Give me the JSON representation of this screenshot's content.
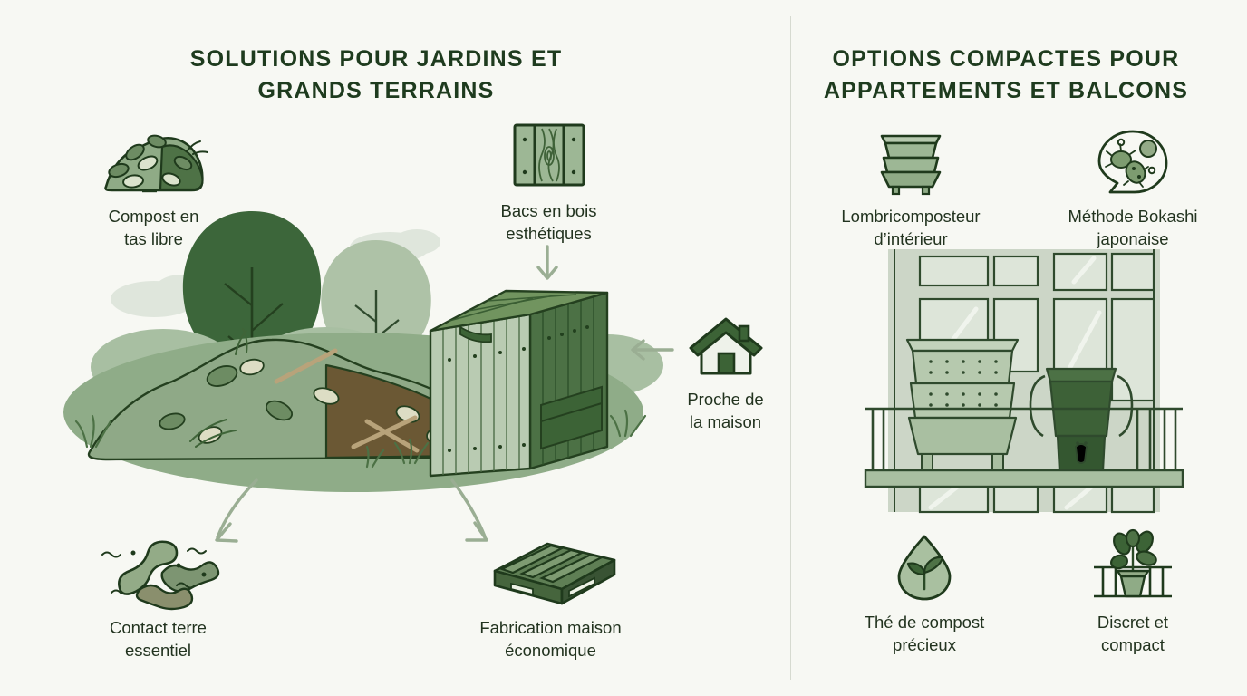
{
  "meta": {
    "background": "#f7f8f3",
    "text_color": "#22331f",
    "title_color": "#1e3b1e",
    "accent_dark": "#2f5130",
    "accent_mid": "#5a7c52",
    "accent_light": "#9ab396",
    "accent_pale": "#c3d2bd",
    "soil_brown": "#6b5834",
    "arrow_color": "#9aae93"
  },
  "panels": {
    "left": {
      "title": "SOLUTIONS POUR JARDINS\nET GRANDS TERRAINS",
      "nodes": [
        {
          "id": "compost-pile",
          "icon": "leaf-pile-icon",
          "label": "Compost en\ntas libre"
        },
        {
          "id": "wooden-bins",
          "icon": "wood-panel-icon",
          "label": "Bacs en bois\nesthétiques"
        },
        {
          "id": "near-house",
          "icon": "house-icon",
          "label": "Proche de\nla maison"
        },
        {
          "id": "soil-contact",
          "icon": "worms-icon",
          "label": "Contact terre\nessentiel"
        },
        {
          "id": "diy-build",
          "icon": "pallet-icon",
          "label": "Fabrication maison\néconomique"
        }
      ],
      "scene": {
        "name": "garden-compost-scene",
        "elements": [
          "trees",
          "clouds",
          "ground-ellipse",
          "compost-heap",
          "slatted-compost-bin",
          "grass-tufts"
        ]
      }
    },
    "right": {
      "title": "OPTIONS COMPACTES POUR\nAPPARTEMENTS ET BALCONS",
      "nodes": [
        {
          "id": "worm-bin",
          "icon": "stacked-trays-icon",
          "label": "Lombricomposteur\nd’intérieur"
        },
        {
          "id": "bokashi",
          "icon": "microbes-icon",
          "label": "Méthode Bokashi\njaponaise"
        },
        {
          "id": "compost-tea",
          "icon": "droplet-leaf-icon",
          "label": "Thé de compost\nprécieux"
        },
        {
          "id": "discreet",
          "icon": "potted-plant-icon",
          "label": "Discret et\ncompact"
        }
      ],
      "scene": {
        "name": "balcony-composter-scene",
        "elements": [
          "window-facade",
          "balcony-railing",
          "balcony-shelf",
          "stacked-worm-composter",
          "bokashi-bucket"
        ]
      }
    }
  },
  "arrows": [
    {
      "id": "arrow-bins-to-bin",
      "direction": "down",
      "style": "straight"
    },
    {
      "id": "arrow-house-to-bin",
      "direction": "left",
      "style": "straight"
    },
    {
      "id": "arrow-to-worms",
      "direction": "down-left",
      "style": "curved"
    },
    {
      "id": "arrow-to-pallet",
      "direction": "down-right",
      "style": "curved"
    }
  ]
}
